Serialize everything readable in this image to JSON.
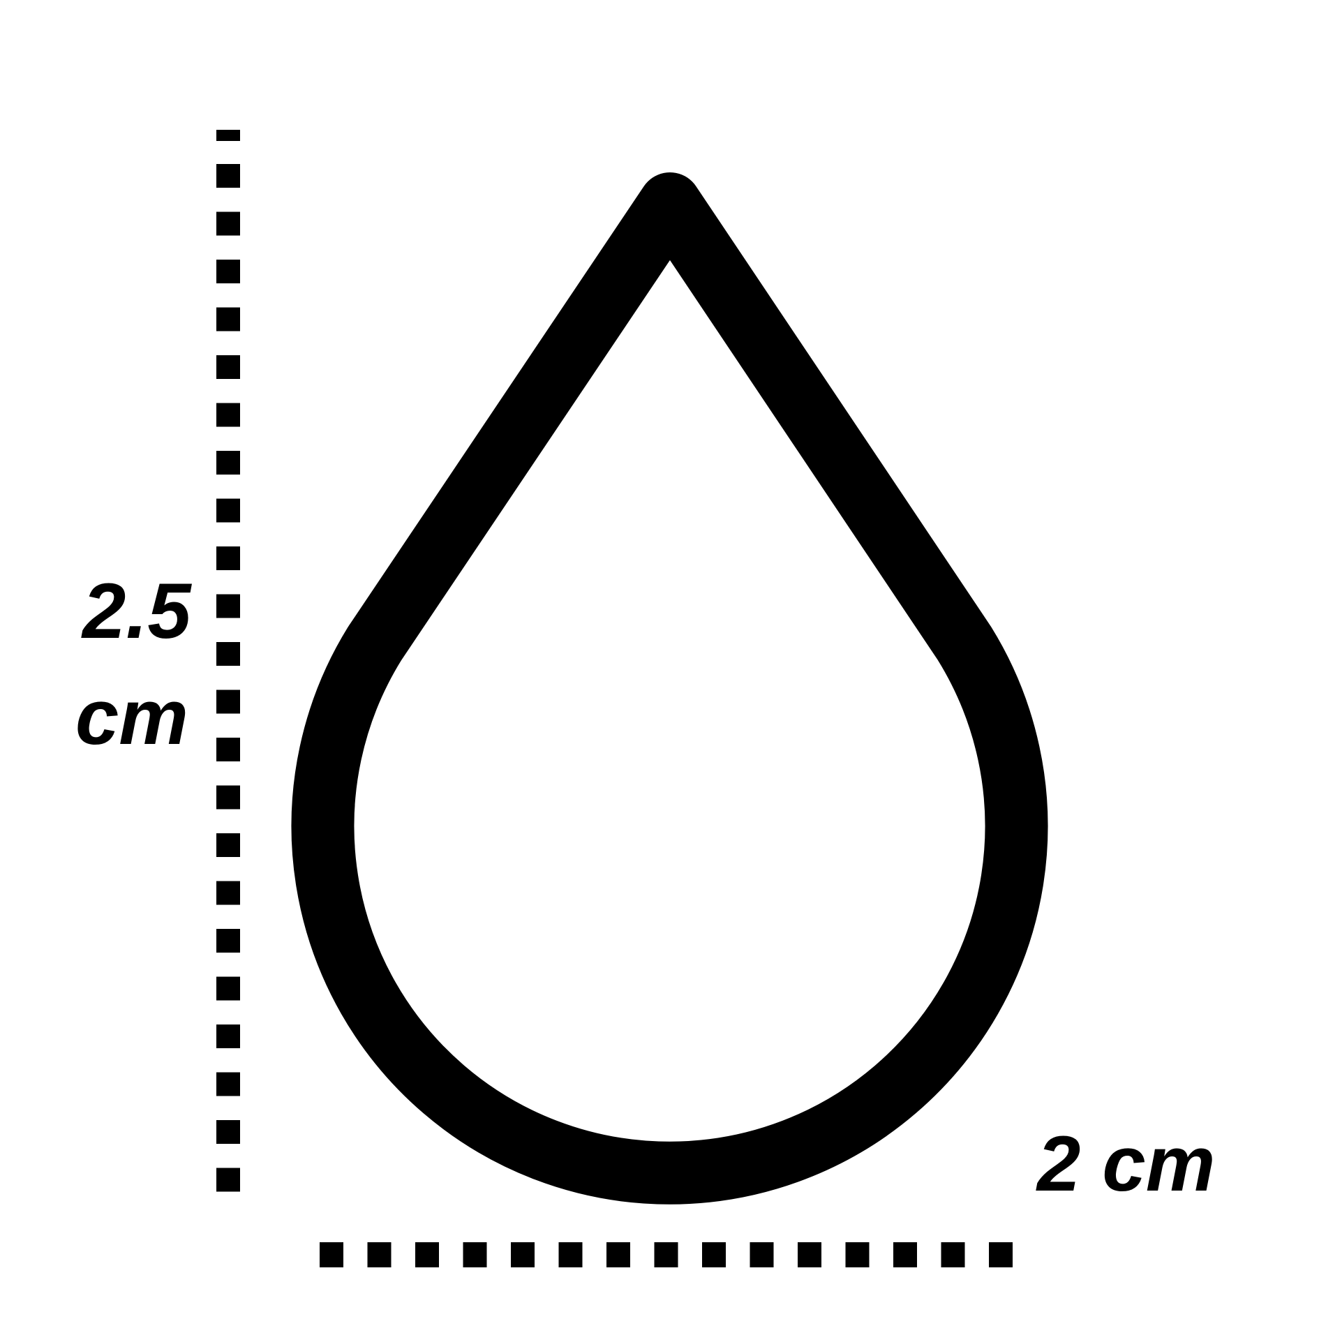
{
  "diagram": {
    "shape": "water-drop outline",
    "stroke_color": "#000000",
    "background": "#ffffff",
    "height_dimension": {
      "value": "2.5",
      "unit": "cm",
      "line_style": "dotted",
      "orientation": "vertical"
    },
    "width_dimension": {
      "label": "2 cm",
      "line_style": "dotted",
      "orientation": "horizontal"
    }
  }
}
